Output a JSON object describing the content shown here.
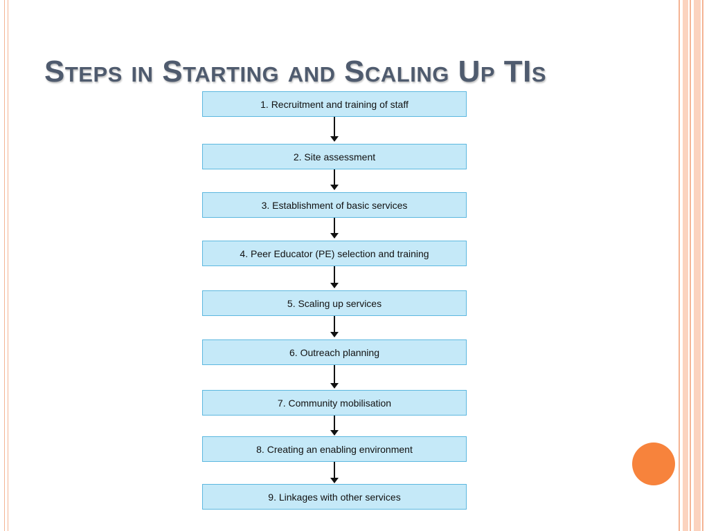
{
  "slide": {
    "title": "Steps in Starting and Scaling Up TIs"
  },
  "flowchart": {
    "steps": [
      "1. Recruitment and training of staff",
      "2. Site assessment",
      "3. Establishment of basic services",
      "4. Peer Educator (PE) selection and training",
      "5. Scaling up services",
      "6. Outreach planning",
      "7. Community mobilisation",
      "8. Creating an enabling environment",
      "9. Linkages with other services"
    ]
  },
  "colors": {
    "accent_orange": "#f7833c",
    "box_fill": "#c5e9f8",
    "box_border": "#5bb7df",
    "title": "#4f5b6e"
  }
}
